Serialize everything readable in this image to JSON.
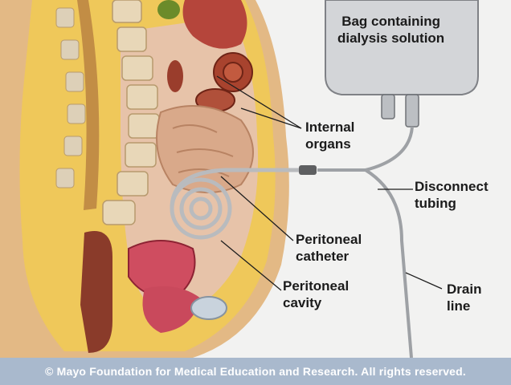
{
  "labels": {
    "bag": "Bag containing\ndialysis solution",
    "organs": "Internal\norgans",
    "tubing": "Disconnect\ntubing",
    "catheter": "Peritoneal\ncatheter",
    "cavity": "Peritoneal\ncavity",
    "drain": "Drain\nline"
  },
  "footer": {
    "copyright": "© Mayo Foundation for Medical Education and Research.  All rights reserved."
  },
  "colors": {
    "skin": "#e3b985",
    "fat": "#efc85a",
    "spine": "#e8d7b8",
    "organ": "#d4a98d",
    "uterus": "#c9495c",
    "rectum": "#8a3b2a",
    "bag": "#cfd1d4",
    "tube": "#9ea1a5",
    "footer": "#a9b9cd"
  }
}
